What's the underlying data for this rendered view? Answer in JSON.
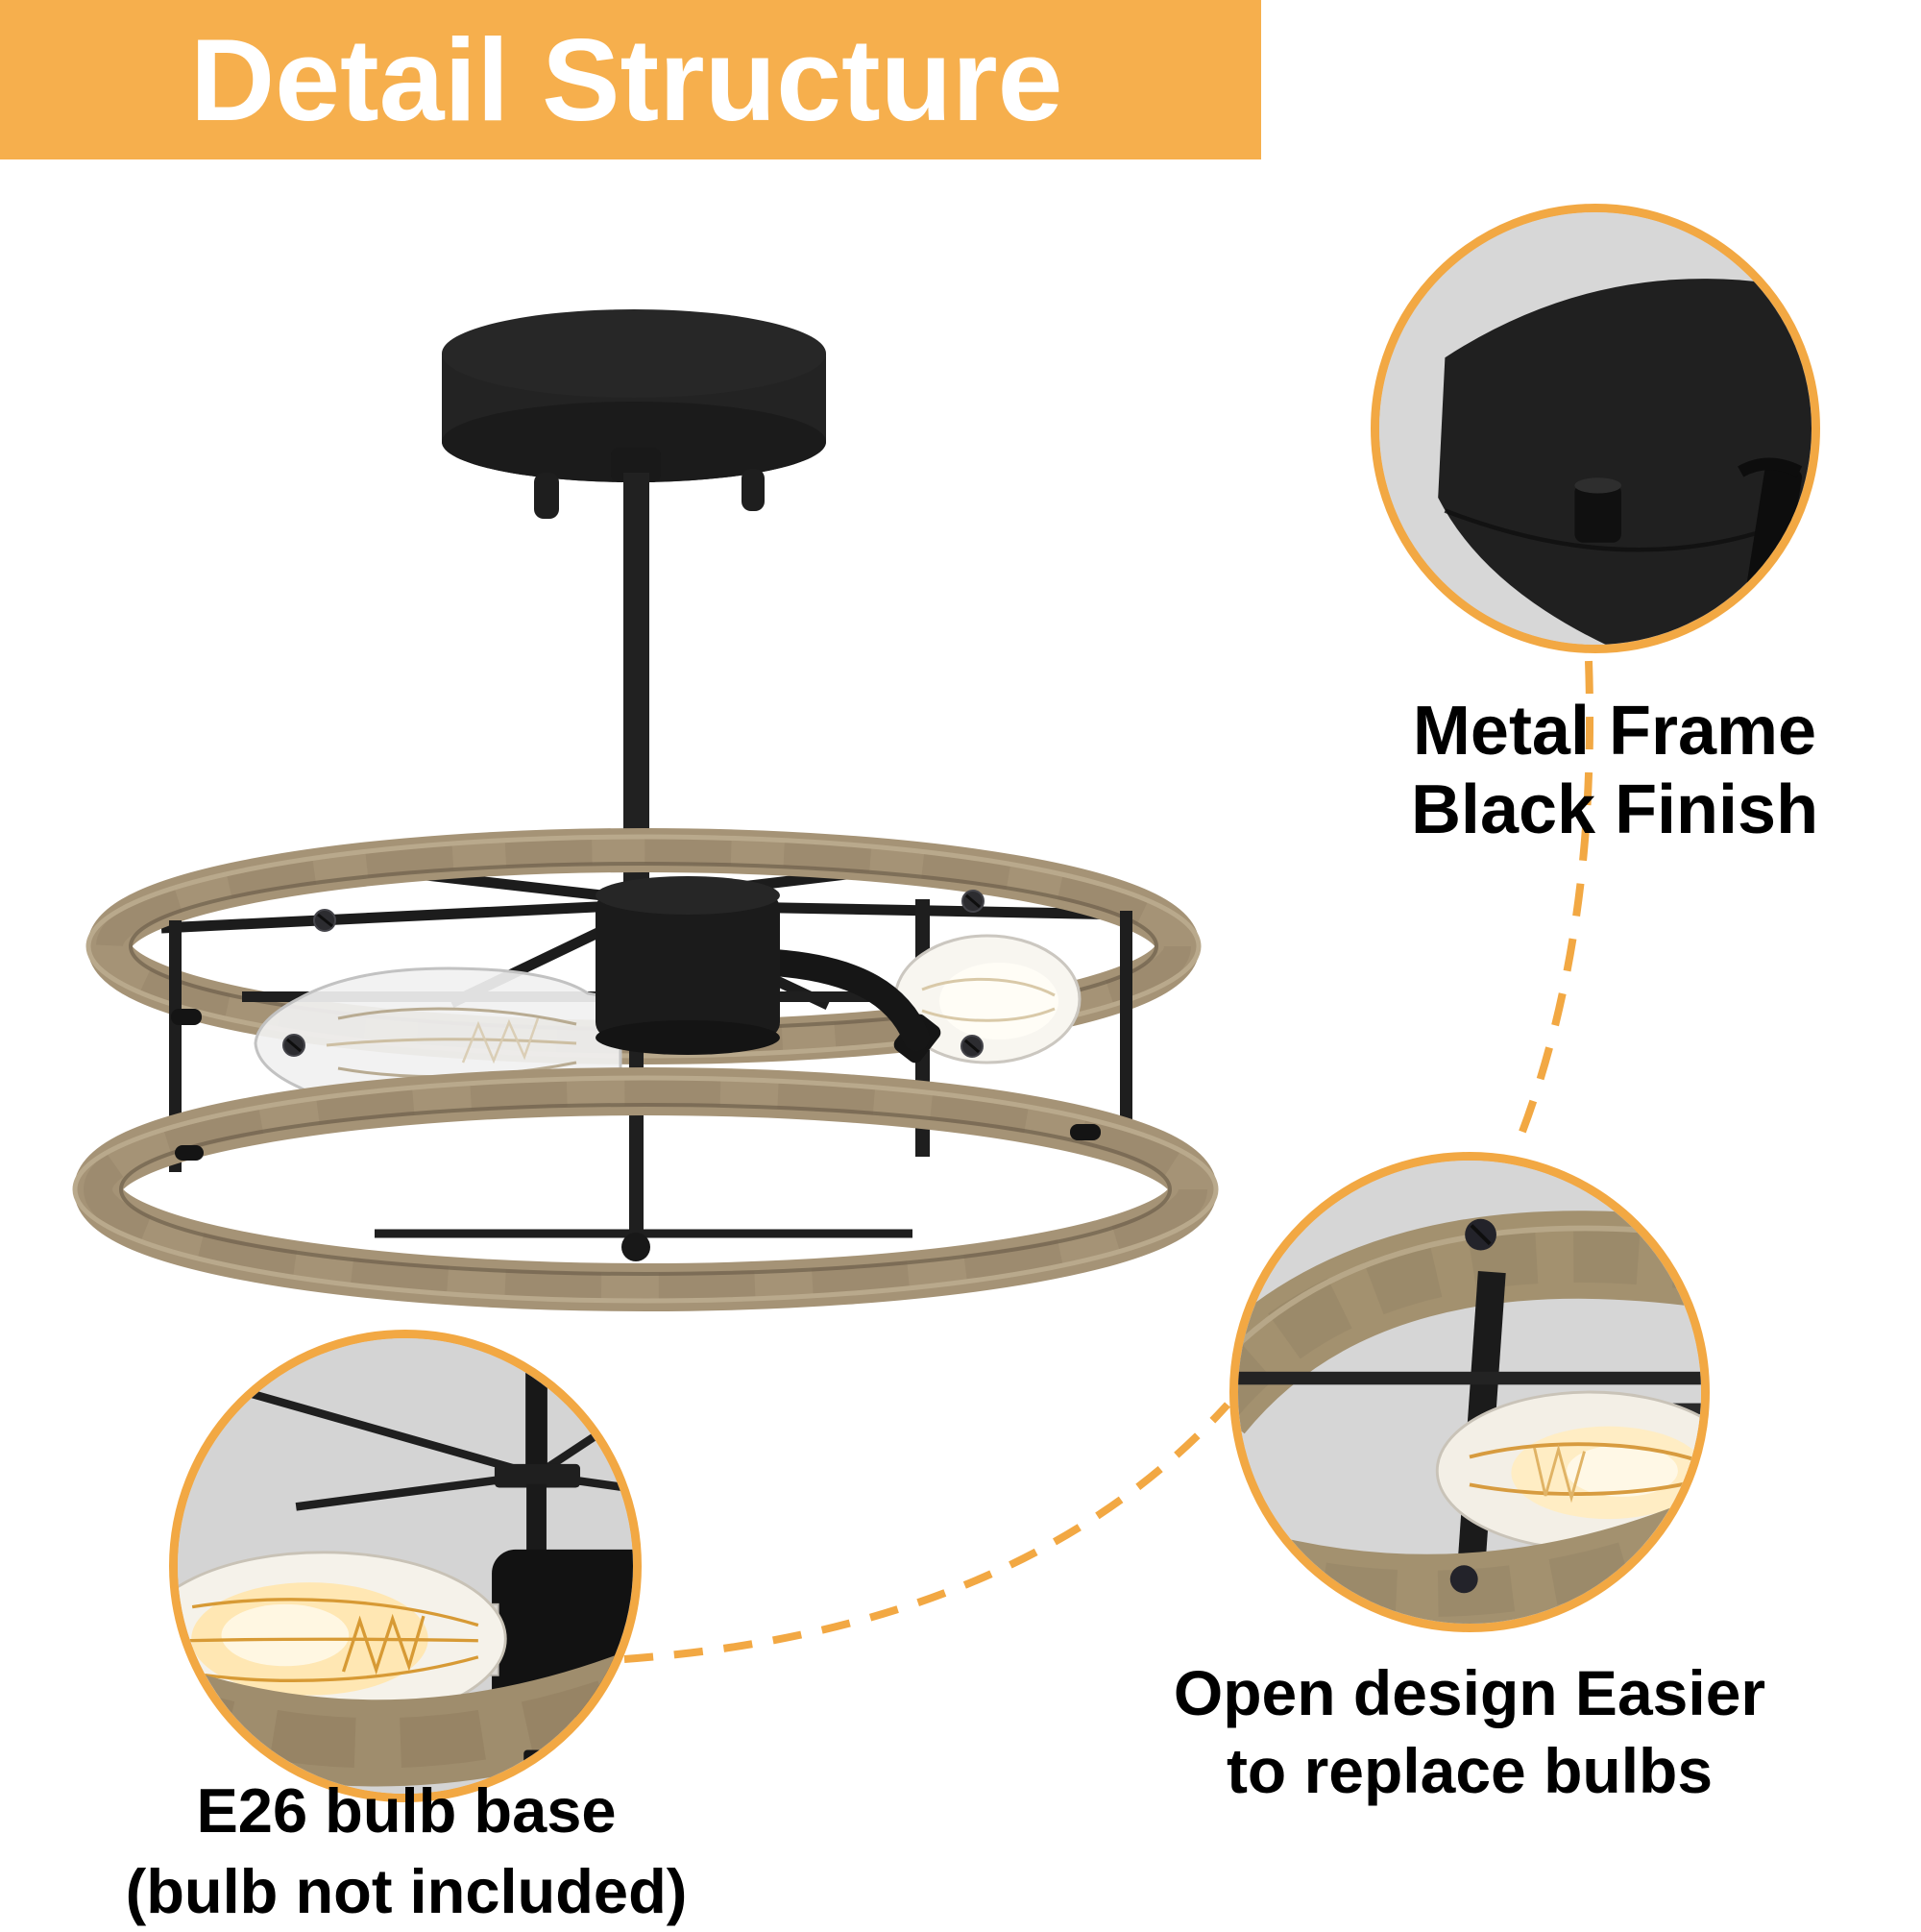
{
  "header": {
    "title": "Detail Structure"
  },
  "callouts": {
    "metal_frame": {
      "line1": "Metal Frame",
      "line2": "Black Finish"
    },
    "open_design": {
      "line1": "Open design Easier",
      "line2": "to replace bulbs"
    },
    "e26_base": {
      "line1": "E26 bulb base",
      "line2": "(bulb not included)"
    }
  },
  "colors": {
    "banner_bg": "#F6AF4D",
    "banner_text": "#FFFFFF",
    "accent_orange": "#F2A843",
    "callout_circle_fill": "#D7D7D7",
    "label_text": "#000000",
    "metal_black": "#1E1E1E",
    "wood_tone": "#A59376",
    "bulb_glow": "#FFE7B3",
    "page_bg": "#FFFFFF"
  }
}
